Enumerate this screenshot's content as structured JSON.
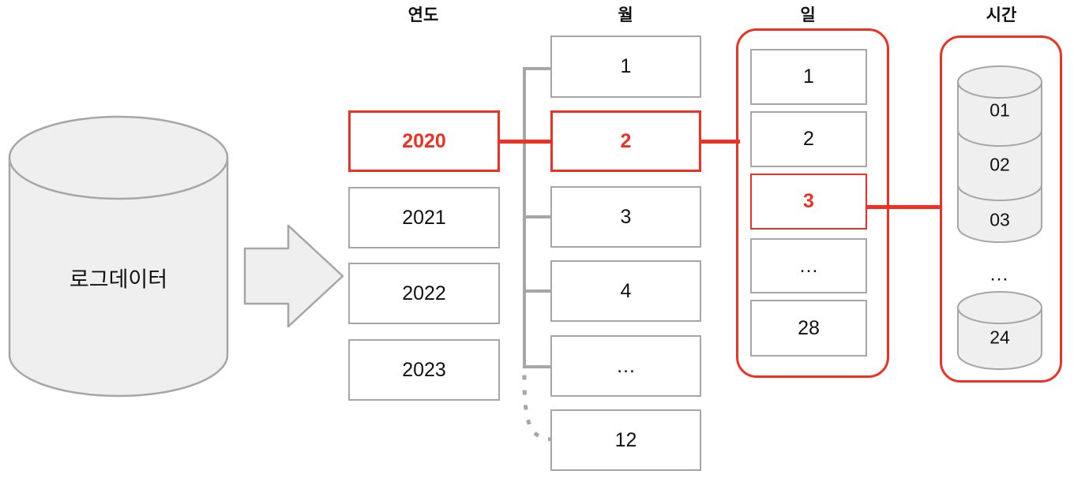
{
  "diagram": {
    "source": {
      "label": "로그데이터",
      "icon": "database-cylinder-icon"
    },
    "flow_arrow": {
      "icon": "right-arrow-icon"
    },
    "accent_color": "#ed3124",
    "neutral_color": "#a6a6a6",
    "columns": [
      {
        "key": "year",
        "header": "연도",
        "grouped": false,
        "items": [
          {
            "label": "2020",
            "selected": true
          },
          {
            "label": "2021",
            "selected": false
          },
          {
            "label": "2022",
            "selected": false
          },
          {
            "label": "2023",
            "selected": false
          }
        ]
      },
      {
        "key": "month",
        "header": "월",
        "grouped": false,
        "items": [
          {
            "label": "1",
            "selected": false
          },
          {
            "label": "2",
            "selected": true
          },
          {
            "label": "3",
            "selected": false
          },
          {
            "label": "4",
            "selected": false
          },
          {
            "label": "…",
            "selected": false
          },
          {
            "label": "12",
            "selected": false
          }
        ]
      },
      {
        "key": "day",
        "header": "일",
        "grouped": true,
        "items": [
          {
            "label": "1",
            "selected": false
          },
          {
            "label": "2",
            "selected": false
          },
          {
            "label": "3",
            "selected": true
          },
          {
            "label": "…",
            "selected": false
          },
          {
            "label": "28",
            "selected": false
          }
        ]
      },
      {
        "key": "hour",
        "header": "시간",
        "grouped": true,
        "items": [
          {
            "label": "01",
            "selected": false
          },
          {
            "label": "02",
            "selected": false
          },
          {
            "label": "03",
            "selected": false
          },
          {
            "label": "…",
            "selected": false
          },
          {
            "label": "24",
            "selected": false
          }
        ]
      }
    ]
  }
}
